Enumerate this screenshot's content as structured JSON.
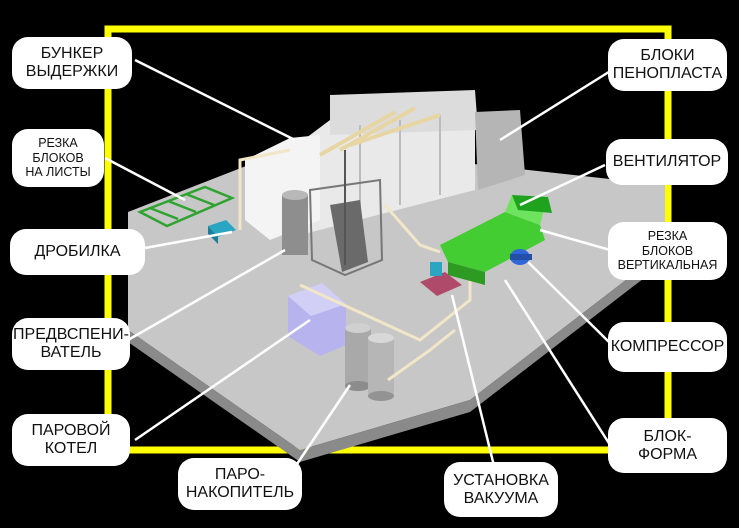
{
  "colors": {
    "background": "#000000",
    "frame": "#ffff00",
    "floor": "#c7c7c7",
    "label_bg": "#ffffff",
    "leader": "#ffffff",
    "pipe": "#f2e6c8",
    "preheater": "#b7b3ee",
    "block_mold": "#44cc33",
    "conveyor": "#1fa31f",
    "crusher": "#2aa6c2",
    "compressor": "#2f66d8",
    "vacuum_unit": "#b04a6a"
  },
  "labels": {
    "hopper": "БУНКЕР\nВЫДЕРЖКИ",
    "cutting_sheets": "РЕЗКА\nБЛОКОВ\nНА ЛИСТЫ",
    "crusher": "ДРОБИЛКА",
    "preheater": "ПРЕДВСПЕНИ-\nВАТЕЛЬ",
    "boiler": "ПАРОВОЙ\nКОТЕЛ",
    "accumulator": "ПАРО-\nНАКОПИТЕЛЬ",
    "vacuum": "УСТАНОВКА\nВАКУУМА",
    "foam_blocks": "БЛОКИ\nПЕНОПЛАСТА",
    "fan": "ВЕНТИЛЯТОР",
    "cutting_vertical": "РЕЗКА\nБЛОКОВ\nВЕРТИКАЛЬНАЯ",
    "compressor": "КОМПРЕССОР",
    "block_mold": "БЛОК-\nФОРМА"
  }
}
